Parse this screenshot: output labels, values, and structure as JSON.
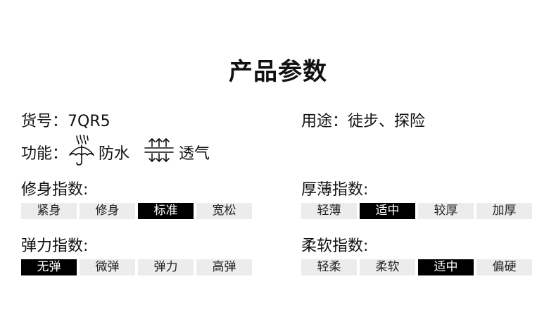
{
  "title": "产品参数",
  "item_no": {
    "label": "货号：",
    "value": "7QR5"
  },
  "usage": {
    "label": "用途：",
    "value": "徒步、探险"
  },
  "functions": {
    "label": "功能：",
    "items": [
      {
        "icon": "umbrella-rain-icon",
        "label": "防水"
      },
      {
        "icon": "breathable-arrows-icon",
        "label": "透气"
      }
    ]
  },
  "fit_index": {
    "title": "修身指数:",
    "options": [
      "紧身",
      "修身",
      "标准",
      "宽松"
    ],
    "selected": "标准"
  },
  "thickness_index": {
    "title": "厚薄指数:",
    "options": [
      "轻薄",
      "适中",
      "较厚",
      "加厚"
    ],
    "selected": "适中"
  },
  "elasticity_index": {
    "title": "弹力指数:",
    "options": [
      "无弹",
      "微弹",
      "弹力",
      "高弹"
    ],
    "selected": "无弹"
  },
  "softness_index": {
    "title": "柔软指数:",
    "options": [
      "轻柔",
      "柔软",
      "适中",
      "偏硬"
    ],
    "selected": "适中"
  }
}
